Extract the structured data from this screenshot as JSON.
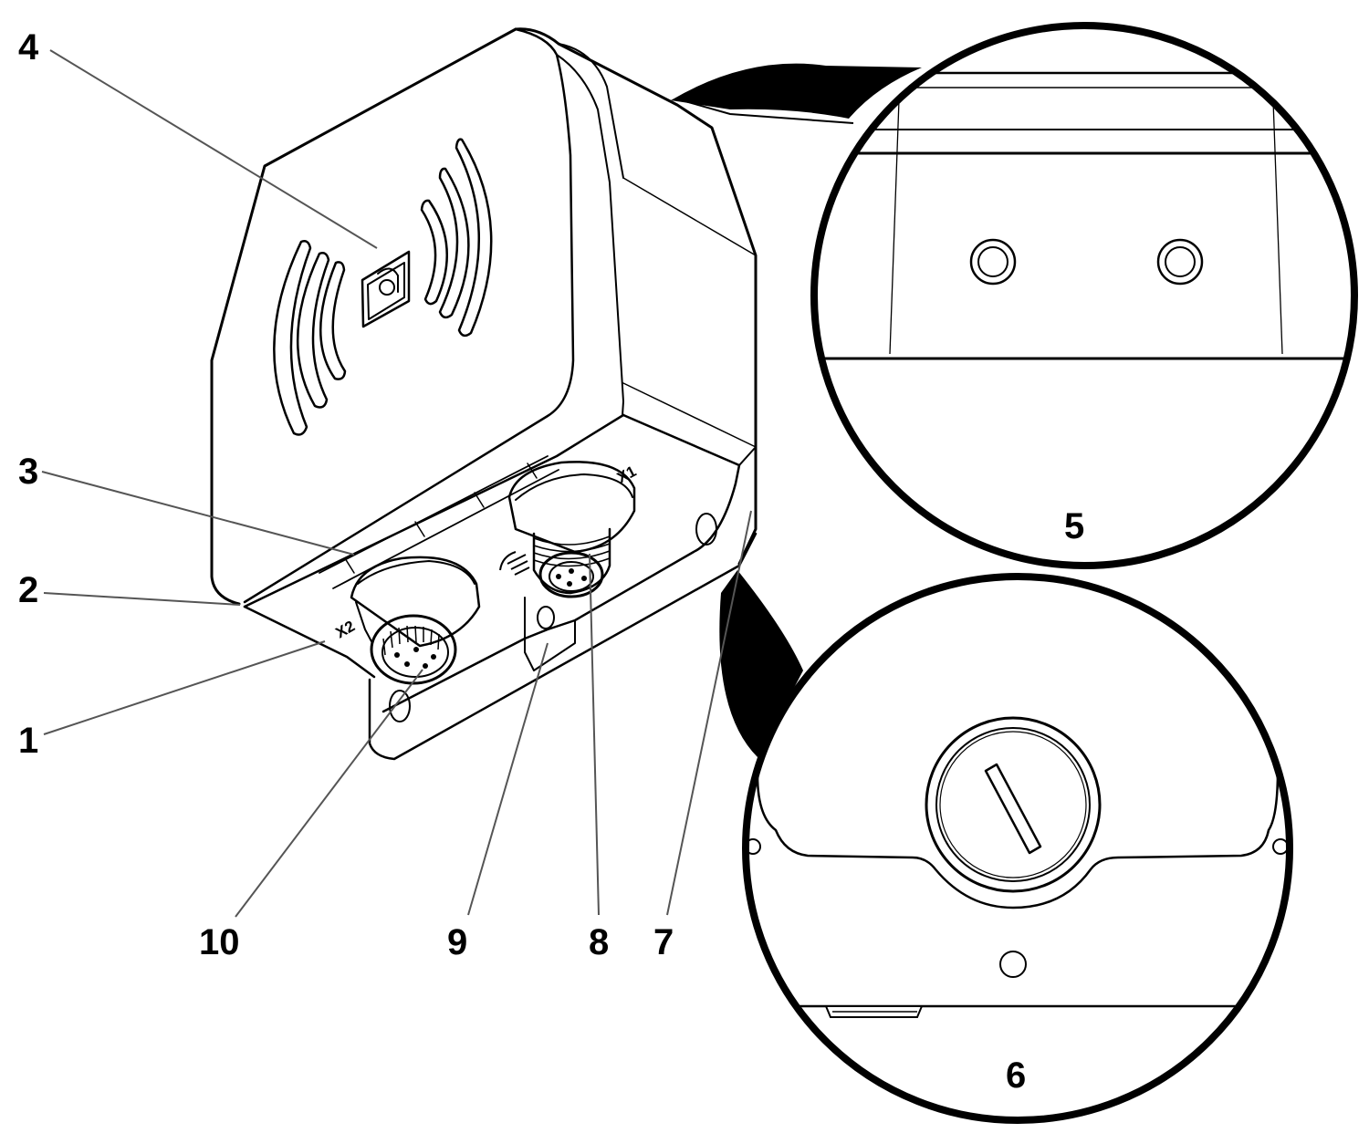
{
  "callouts": {
    "c1": "1",
    "c2": "2",
    "c3": "3",
    "c4": "4",
    "c5": "5",
    "c6": "6",
    "c7": "7",
    "c8": "8",
    "c9": "9",
    "c10": "10"
  },
  "connector_markings": {
    "x1": "X1",
    "x2": "X2"
  },
  "colors": {
    "line": "#000000",
    "leader": "#555555",
    "background": "#ffffff"
  }
}
